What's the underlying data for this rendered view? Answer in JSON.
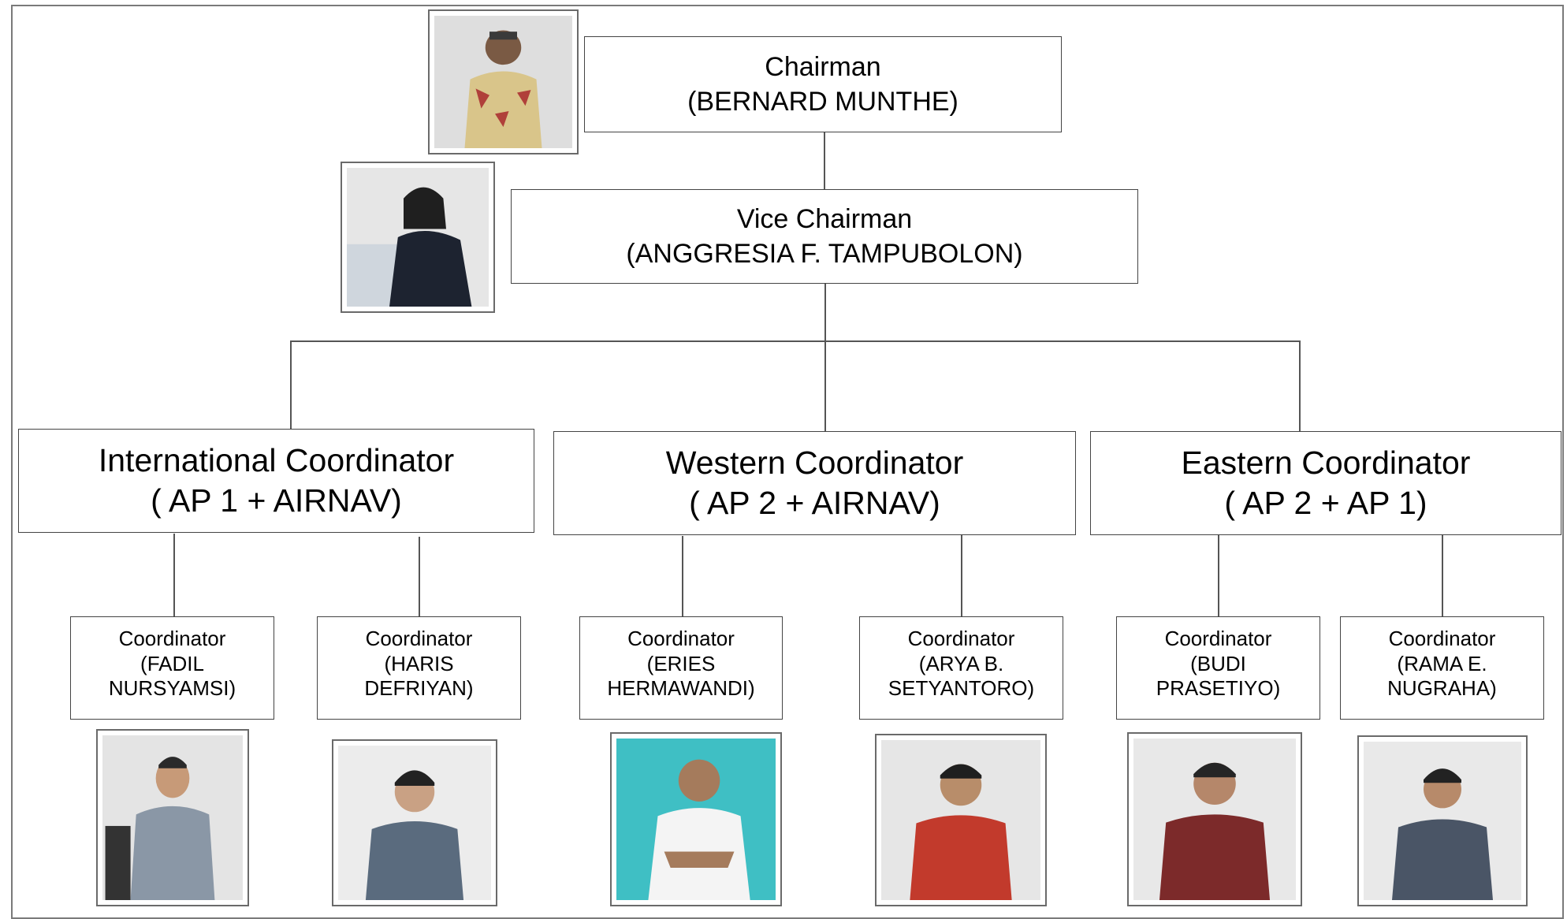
{
  "chairman": {
    "title": "Chairman",
    "name": "(BERNARD MUNTHE)"
  },
  "vice_chairman": {
    "title": "Vice Chairman",
    "name": "(ANGGRESIA F. TAMPUBOLON)"
  },
  "regional": [
    {
      "title": "International Coordinator",
      "subtitle": "( AP 1 + AIRNAV)"
    },
    {
      "title": "Western Coordinator",
      "subtitle": "( AP 2 + AIRNAV)"
    },
    {
      "title": "Eastern Coordinator",
      "subtitle": "( AP 2 + AP 1)"
    }
  ],
  "coordinators": [
    {
      "title": "Coordinator",
      "name": "(FADIL NURSYAMSI)"
    },
    {
      "title": "Coordinator",
      "name": "(HARIS DEFRIYAN)"
    },
    {
      "title": "Coordinator",
      "name": "(ERIES HERMAWANDI)"
    },
    {
      "title": "Coordinator",
      "name": "(ARYA B. SETYANTORO)"
    },
    {
      "title": "Coordinator",
      "name": "(BUDI PRASETIYO)"
    },
    {
      "title": "Coordinator",
      "name": "(RAMA E. NUGRAHA)"
    }
  ],
  "colors": {
    "line": "#555555",
    "box_border": "#444444",
    "photo_bg_light": "#e8e8e8",
    "photo_bg_teal": "#3fbfc4"
  }
}
